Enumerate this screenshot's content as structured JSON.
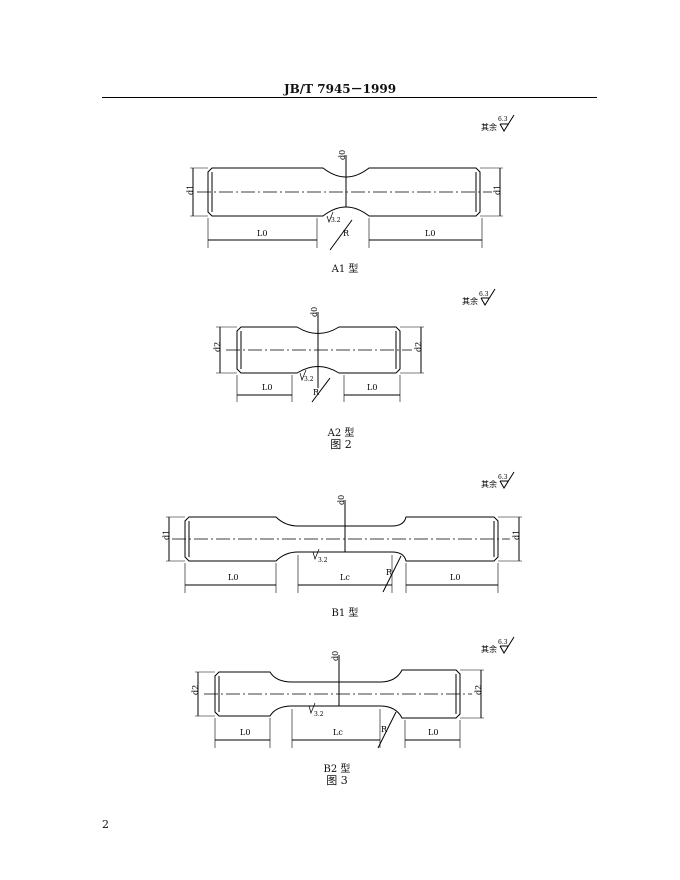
{
  "header": {
    "standard": "JB/T  7945－1999"
  },
  "page_number": "2",
  "roughness": {
    "remaining_label": "其余",
    "value": "6.3",
    "local_value": "3.2"
  },
  "symbols": {
    "d0": "d0",
    "d1": "d1",
    "d2": "d2",
    "R": "R",
    "L0": "L0",
    "Lc": "Lc"
  },
  "figures": [
    {
      "caption": "A1 型"
    },
    {
      "caption": "A2 型",
      "figure_label": "图 2"
    },
    {
      "caption": "B1 型"
    },
    {
      "caption": "B2 型",
      "figure_label": "图 3"
    }
  ]
}
